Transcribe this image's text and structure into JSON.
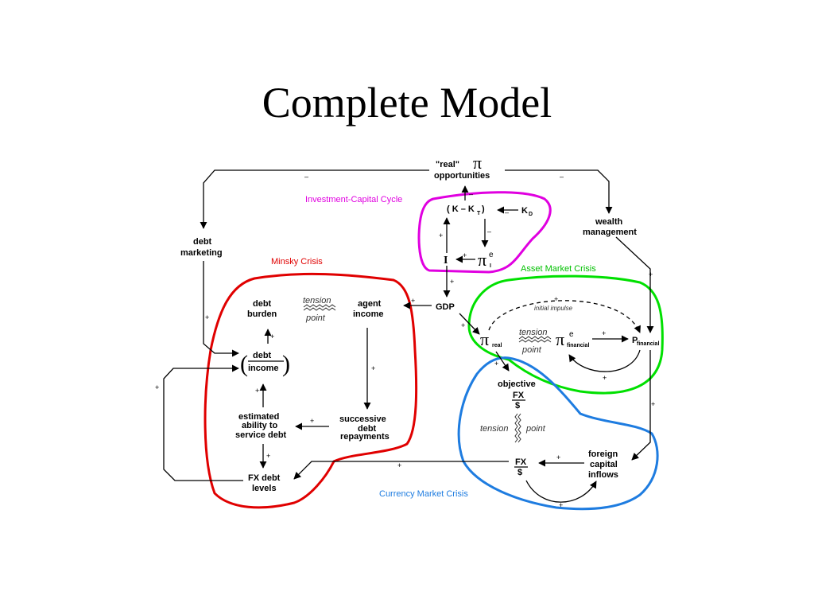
{
  "slide": {
    "title": "Complete Model"
  },
  "regions": {
    "investment_capital_cycle": {
      "label": "Investment-Capital Cycle",
      "color": "#e000e0"
    },
    "minsky_crisis": {
      "label": "Minsky Crisis",
      "color": "#e00000"
    },
    "asset_market_crisis": {
      "label": "Asset Market Crisis",
      "color": "#00e000"
    },
    "currency_market_crisis": {
      "label": "Currency Market Crisis",
      "color": "#1e7ce0"
    }
  },
  "nodes": {
    "real_opportunities": {
      "line1": "\"real\"",
      "symbol": "π",
      "line2": "opportunities"
    },
    "capital_gap": {
      "open": "( K  –  K",
      "subscript": "T",
      "close": ")"
    },
    "kd": {
      "text": "K",
      "subscript": "D"
    },
    "investment": {
      "text": "I"
    },
    "expected_profit_real": {
      "symbol": "π",
      "superscript": "e",
      "subscript": "I"
    },
    "gdp": {
      "text": "GDP"
    },
    "wealth_management": {
      "line1": "wealth",
      "line2": "management"
    },
    "debt_marketing": {
      "line1": "debt",
      "line2": "marketing"
    },
    "debt_burden": {
      "line1": "debt",
      "line2": "burden"
    },
    "agent_income": {
      "line1": "agent",
      "line2": "income"
    },
    "debt_income_ratio": {
      "numerator": "debt",
      "denominator": "income",
      "open": "(",
      "close": ")"
    },
    "estimated_ability": {
      "line1": "estimated",
      "line2": "ability to",
      "line3": "service debt"
    },
    "successive_debt": {
      "line1": "successive",
      "line2": "debt",
      "line3": "repayments"
    },
    "fx_debt_levels": {
      "line1": "FX debt",
      "line2": "levels"
    },
    "pi_real": {
      "symbol": "π",
      "subscript": "real"
    },
    "pi_financial": {
      "symbol": "π",
      "superscript": "e",
      "subscript": "financial"
    },
    "p_financial": {
      "text": "P",
      "subscript": "financial"
    },
    "objective_fx": {
      "line1": "objective",
      "numerator": "FX",
      "denominator": "$"
    },
    "fx_rate": {
      "numerator": "FX",
      "denominator": "$"
    },
    "foreign_capital": {
      "line1": "foreign",
      "line2": "capital",
      "line3": "inflows"
    }
  },
  "annotations": {
    "tension_minsky": {
      "line1": "tension",
      "line2": "point"
    },
    "tension_asset": {
      "line1": "tension",
      "line2": "point"
    },
    "tension_currency": {
      "left": "tension",
      "right": "point"
    },
    "initial_impulse": "initial impulse"
  },
  "signs": {
    "plus": "+",
    "minus": "–"
  }
}
